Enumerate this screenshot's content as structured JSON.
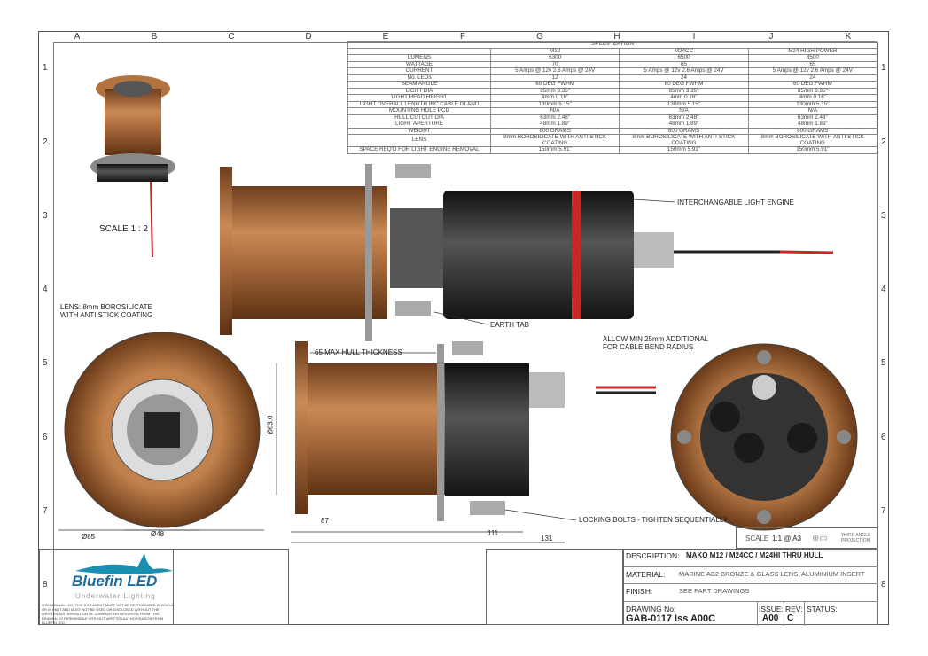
{
  "grid": {
    "columns": [
      "A",
      "B",
      "C",
      "D",
      "E",
      "F",
      "G",
      "H",
      "I",
      "J",
      "K"
    ],
    "rows": [
      "1",
      "2",
      "3",
      "4",
      "5",
      "6",
      "7",
      "8"
    ]
  },
  "spec": {
    "title": "SPECIFICATION",
    "models": [
      "M12",
      "M24CC",
      "M24 HIGH POWER"
    ],
    "rows": [
      {
        "label": "LUMENS",
        "values": [
          "6300",
          "6500",
          "8500"
        ]
      },
      {
        "label": "WATTAGE",
        "values": [
          "70",
          "65",
          "65"
        ]
      },
      {
        "label": "CURRENT",
        "values": [
          "5 Amps @ 12v 2.6 Amps @ 24V",
          "5 Amps @ 12v 2.6 Amps @ 24V",
          "5 Amps @ 12v 2.6 Amps @ 24V"
        ]
      },
      {
        "label": "No. LEDs",
        "values": [
          "12",
          "24",
          "24"
        ]
      },
      {
        "label": "BEAM ANGLE",
        "values": [
          "60 DEG FWHM",
          "60 DEG FWHM",
          "60 DEG FWHM"
        ]
      },
      {
        "label": "LIGHT DIA",
        "values": [
          "85mm 3.35\"",
          "85mm 3.35\"",
          "85mm 3.35\""
        ]
      },
      {
        "label": "LIGHT HEAD HEIGHT",
        "values": [
          "4mm 0.16\"",
          "4mm 0.16\"",
          "4mm 0.16\""
        ]
      },
      {
        "label": "LIGHT OVERALL LENGTH INC CABLE GLAND",
        "values": [
          "130mm 5.15\"",
          "130mm 5.15\"",
          "130mm 5.15\""
        ]
      },
      {
        "label": "MOUNTING HOLE PCD",
        "values": [
          "N/A",
          "N/A",
          "N/A"
        ]
      },
      {
        "label": "HULL CUTOUT DIA",
        "values": [
          "63mm 2.48\"",
          "63mm 2.48\"",
          "63mm 2.48\""
        ]
      },
      {
        "label": "LIGHT APERTURE",
        "values": [
          "48mm 1.89\"",
          "48mm 1.89\"",
          "48mm 1.89\""
        ]
      },
      {
        "label": "WEIGHT",
        "values": [
          "800 GRAMS",
          "800 GRAMS",
          "800 GRAMS"
        ]
      },
      {
        "label": "LENS",
        "values": [
          "8mm BOROSILICATE WITH ANTI-STICK COATING",
          "8mm BOROSILICATE WITH ANTI-STICK COATING",
          "8mm BOROSILICATE WITH ANTI-STICK COATING"
        ]
      },
      {
        "label": "SPACE REQ'D FOR LIGHT ENGINE REMOVAL",
        "values": [
          "150mm 5.91\"",
          "150mm 5.91\"",
          "150mm 5.91\""
        ]
      }
    ]
  },
  "annotations": {
    "scale_iso": "SCALE 1 : 2",
    "light_engine": "INTERCHANGABLE LIGHT ENGINE",
    "lens": "LENS: 8mm BOROSILICATE",
    "lens2": "WITH ANTI STICK COATING",
    "earth_tab": "EARTH TAB",
    "hull": "65 MAX HULL THICKNESS",
    "cable": "ALLOW MIN 25mm  ADDITIONAL",
    "cable2": "FOR CABLE BEND RADIUS",
    "bolts": "LOCKING BOLTS - TIGHTEN SEQUENTIALLY",
    "dim_63": "Ø63.0",
    "dim_85": "Ø85",
    "dim_48": "Ø48",
    "dim_87": "87",
    "dim_111": "111",
    "dim_131": "131"
  },
  "title_block": {
    "scale_label": "SCALE",
    "scale_value": "1:1 @ A3",
    "projection": "THIRD ANGLE PROJECTION",
    "brand": "Bluefin LED",
    "tagline": "Underwater Lighting",
    "copyright": "© 2014 Bluefin LED. THIS DOCUMENT MUST NOT BE REPRODUCED IN WHOLE OR IN PART AND MUST NOT BE USED OR DISCLOSED WITHOUT THE WRITTEN AUTHORISATION OF COMPANY. NO DEVIATION FROM THIS DRAWING IS PERMISSIBLE WITHOUT WRITTEN AUTHORISATION FROM BLUEFIN LED.",
    "description_label": "DESCRIPTION:",
    "description": "MAKO M12 / M24CC / M24HI  THRU HULL",
    "material_label": "MATERIAL:",
    "material": "MARINE AB2 BRONZE & GLASS LENS, ALUMINIUM INSERT",
    "finish_label": "FINISH:",
    "finish": "SEE PART DRAWINGS",
    "drawing_no_label": "DRAWING No:",
    "drawing_no": "GAB-0117 Iss A00C",
    "issue_label": "ISSUE:",
    "issue": "A00",
    "rev_label": "REV:",
    "rev": "C",
    "status_label": "STATUS:"
  },
  "colors": {
    "bronze": "#a8693a",
    "dark": "#2a2a2a",
    "red": "#c62828",
    "brand": "#1a8fb0"
  }
}
